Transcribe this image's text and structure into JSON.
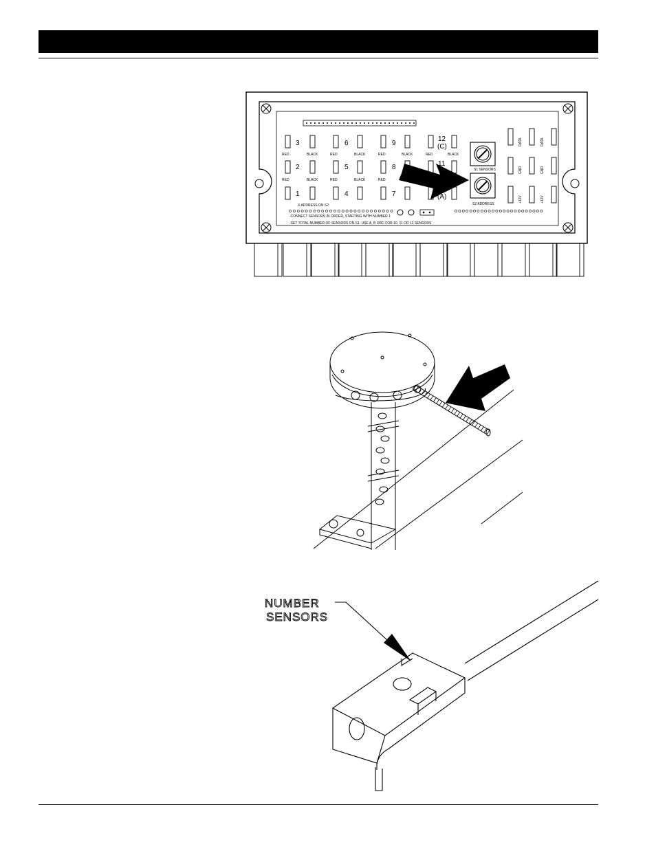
{
  "board": {
    "channels": [
      {
        "num": "3",
        "red": "RED",
        "black": "BLACK"
      },
      {
        "num": "6",
        "red": "RED",
        "black": "BLACK"
      },
      {
        "num": "9",
        "red": "RED",
        "black": "BLACK"
      },
      {
        "num": "12",
        "sub": "(C)",
        "red": "RED",
        "black": "BLACK"
      },
      {
        "num": "2",
        "red": "RED",
        "black": "BLACK"
      },
      {
        "num": "5",
        "red": "RED",
        "black": "BLACK"
      },
      {
        "num": "8",
        "red": "RED"
      },
      {
        "num": "11"
      },
      {
        "num": "1"
      },
      {
        "num": "4"
      },
      {
        "num": "7"
      },
      {
        "sub": "(A)"
      }
    ],
    "s1_label": "S1 SENSORS",
    "s2_label": "S2 ADDRESS",
    "right_labels": [
      "DATA",
      "DATA",
      "GND",
      "GND",
      "+12V",
      "+12V"
    ],
    "notes": [
      "X ADDRESS ON S2",
      "-CONNECT SENSORS IN ORDER, STARTING WITH NUMBER 1",
      "-SET TOTAL NUMBER OF SENSORS ON S1. USE A, B ORC FOR 10, 11 OR 12 SENSORS"
    ]
  },
  "callout": {
    "line1": "NUMBER",
    "line2": "SENSORS"
  }
}
